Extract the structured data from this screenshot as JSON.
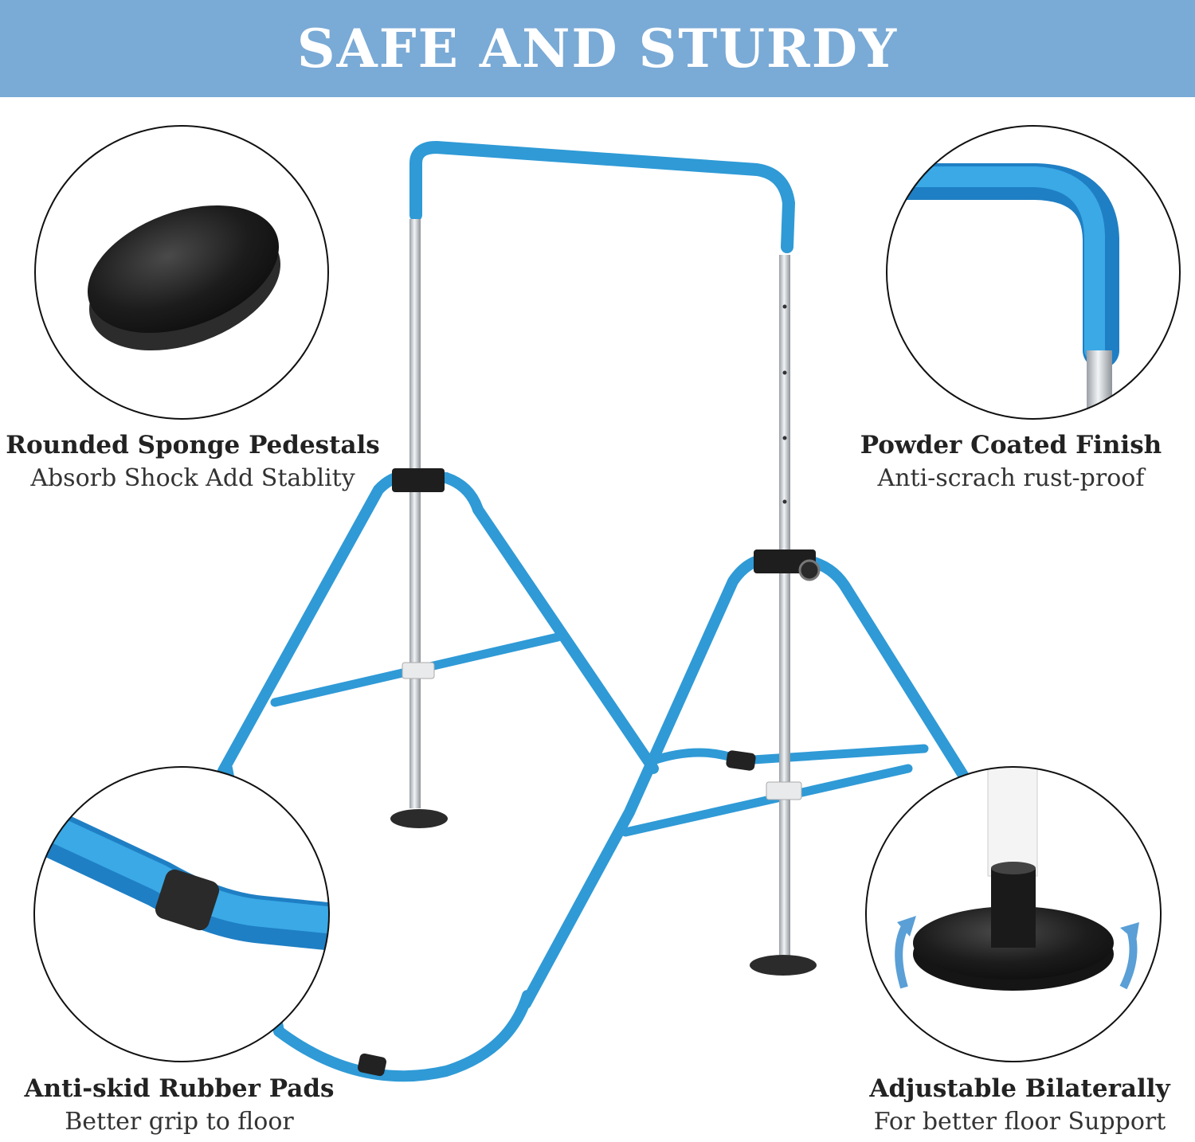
{
  "banner": {
    "title": "SAFE AND STURDY"
  },
  "features": [
    {
      "title": "Rounded Sponge Pedestals",
      "subtitle": "Absorb Shock Add Stablity",
      "icon": "sponge-pedestal-detail"
    },
    {
      "title": "Powder Coated Finish",
      "subtitle": "Anti-scrach rust-proof",
      "icon": "powder-coated-bar-detail"
    },
    {
      "title": "Anti-skid Rubber Pads",
      "subtitle": "Better grip to floor",
      "icon": "rubber-pad-detail"
    },
    {
      "title": "Adjustable Bilaterally",
      "subtitle": "For better floor Support",
      "icon": "adjustable-base-detail"
    }
  ],
  "colors": {
    "banner": "#7aaad6",
    "frame_blue": "#2f9ad6",
    "pole_silver": "#c8ccd0",
    "pad_black": "#1e1e1e",
    "text": "#222222"
  }
}
